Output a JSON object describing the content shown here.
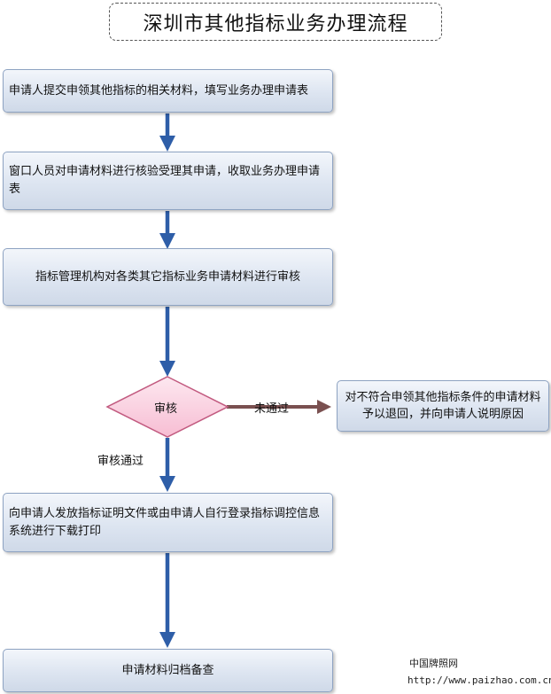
{
  "title": "深圳市其他指标业务办理流程",
  "steps": [
    "申请人提交申领其他指标的相关材料，填写业务办理申请表",
    "窗口人员对申请材料进行核验受理其申请，收取业务办理申请表",
    "指标管理机构对各类其它指标业务申请材料进行审核",
    "向申请人发放指标证明文件或由申请人自行登录指标调控信息系统进行下载打印",
    "申请材料归档备查"
  ],
  "decision": "审核",
  "reject_label": "未通过",
  "reject_result": "对不符合申领其他指标条件的申请材料予以退回，并向申请人说明原因",
  "pass_label": "审核通过",
  "watermark": {
    "site_name": "中国牌照网",
    "url": "http://www.paizhao.com.cn"
  },
  "colors": {
    "arrow_blue": "#2e5ea8",
    "arrow_red": "#7a5050",
    "box_border": "#8ea3c2",
    "diamond_fill": "#fbd7e6",
    "diamond_border": "#c25b80"
  }
}
